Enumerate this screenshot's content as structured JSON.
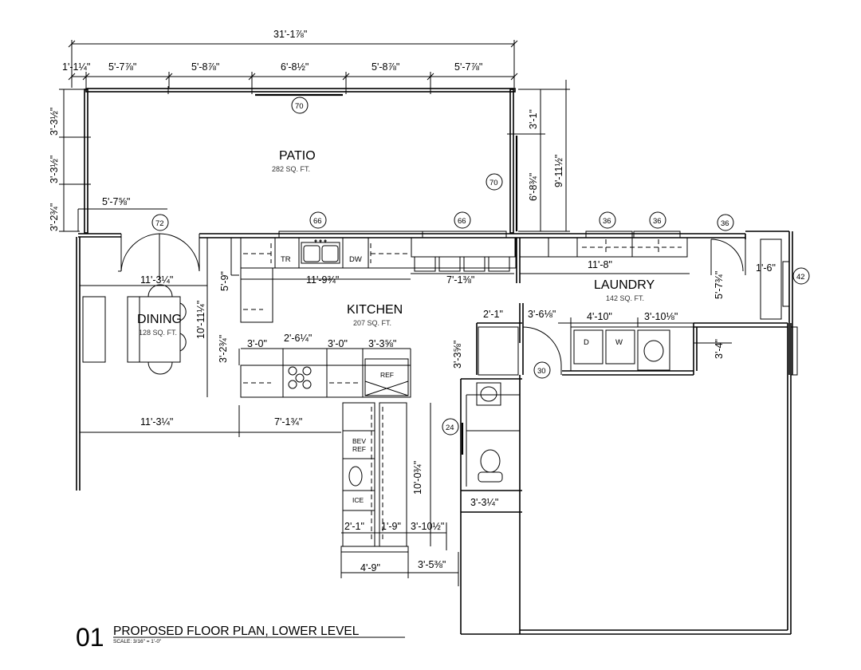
{
  "title": {
    "number": "01",
    "text": "PROPOSED FLOOR PLAN, LOWER LEVEL",
    "scale": "SCALE: 3/16\" = 1'-0\""
  },
  "rooms": {
    "patio": {
      "name": "PATIO",
      "area": "282 SQ. FT."
    },
    "kitchen": {
      "name": "KITCHEN",
      "area": "207 SQ. FT."
    },
    "laundry": {
      "name": "LAUNDRY",
      "area": "142 SQ. FT."
    },
    "dining": {
      "name": "DINING",
      "area": "128 SQ. FT."
    }
  },
  "dimensions": {
    "overall_top": "31'-1⅞\"",
    "top_1": "1'-1¼\"",
    "top_2": "5'-7⅞\"",
    "top_3": "5'-8⅞\"",
    "top_4": "6'-8½\"",
    "top_5": "5'-8⅞\"",
    "top_6": "5'-7⅞\"",
    "left_1": "3'-3½\"",
    "left_2": "3'-3½\"",
    "left_3": "3'-2¾\"",
    "right_1": "3'-1\"",
    "right_2": "6'-8¾\"",
    "right_overall": "9'-11½\"",
    "patio_door": "5'-7⅝\"",
    "dining_top": "11'-3¼\"",
    "dining_h": "10'-11¼\"",
    "kitchen_top_cab": "11'-9¾\"",
    "kitchen_vert_1": "5'-9\"",
    "kitchen_vert_2": "3'-2¾\"",
    "kitchen_island_top": "7'-1⅜\"",
    "laundry_cab": "11'-8\"",
    "k_3_0_a": "3'-0\"",
    "k_range": "2'-6¼\"",
    "k_3_0_b": "3'-0\"",
    "k_ref": "3'-3⅝\"",
    "dining_bottom": "11'-3¼\"",
    "kitchen_bottom": "7'-1¾\"",
    "bev_vert": "10'-0¾\"",
    "pantry_1": "2'-1\"",
    "pantry_2": "1'-9\"",
    "pantry_3": "3'-10½\"",
    "bottom_1": "4'-9\"",
    "bottom_2": "3'-5⅜\"",
    "bath_w": "2'-1\"",
    "bath_1": "3'-6⅛\"",
    "bath_vert": "3'-3⅝\"",
    "laundry_1": "4'-10\"",
    "laundry_2": "3'-10⅛\"",
    "laundry_vert_1": "5'-7¾\"",
    "laundry_vert_2": "3'-4\"",
    "laundry_1_6": "1'-6\"",
    "bath_bottom": "3'-3¼\""
  },
  "tags": {
    "t70a": "70",
    "t70b": "70",
    "t66a": "66",
    "t66b": "66",
    "t72": "72",
    "t36a": "36",
    "t36b": "36",
    "t36c": "36",
    "t42": "42",
    "t30": "30",
    "t24": "24"
  },
  "fixtures": {
    "tr": "TR",
    "dw": "DW",
    "ref": "REF",
    "bev_ref": "BEV\nREF",
    "bev": "BEV",
    "ref2": "REF",
    "ice": "ICE",
    "dryer": "D",
    "washer": "W"
  }
}
